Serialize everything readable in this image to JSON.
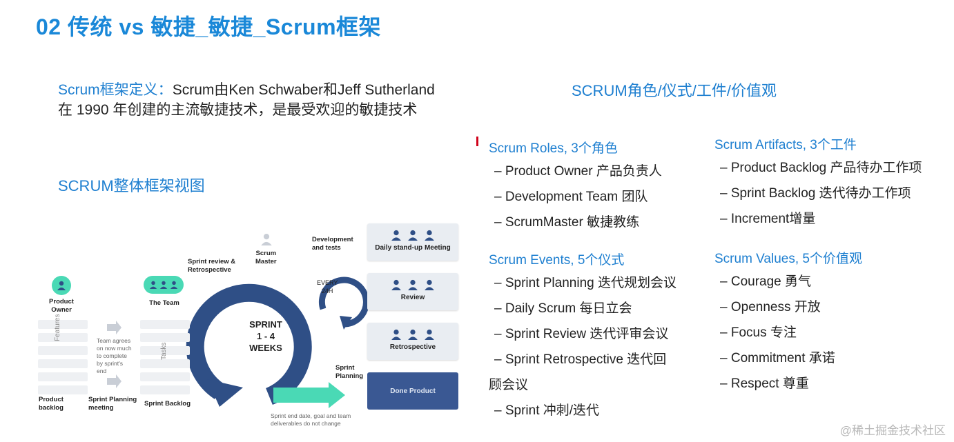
{
  "title": "02 传统 vs 敏捷_敏捷_Scrum框架",
  "definition": {
    "label": "Scrum框架定义：",
    "line1": "Scrum由Ken Schwaber和Jeff Sutherland",
    "line2": "在 1990 年创建的主流敏捷技术，是最受欢迎的敏捷技术"
  },
  "right_heading": "SCRUM角色/仪式/工件/价值观",
  "view_heading": "SCRUM整体框架视图",
  "roles": {
    "title": "Scrum Roles, 3个角色",
    "items": [
      "– Product Owner 产品负责人",
      "– Development Team 团队",
      "– ScrumMaster 敏捷教练"
    ]
  },
  "artifacts": {
    "title": "Scrum Artifacts, 3个工件",
    "items": [
      "– Product Backlog 产品待办工作项",
      "– Sprint Backlog 迭代待办工作项",
      "– Increment增量"
    ]
  },
  "events": {
    "title": "Scrum Events, 5个仪式",
    "items": [
      "– Sprint Planning 迭代规划会议",
      "– Daily Scrum 每日立会",
      "– Sprint Review 迭代评审会议",
      "– Sprint Retrospective 迭代回",
      "顾会议",
      "– Sprint 冲刺/迭代"
    ]
  },
  "values": {
    "title": "Scrum Values, 5个价值观",
    "items": [
      "– Courage 勇气",
      "– Openness 开放",
      "– Focus 专注",
      "– Commitment 承诺",
      "– Respect 尊重"
    ]
  },
  "diagram": {
    "product_owner": "Product\nOwner",
    "the_team": "The Team",
    "features": "Features",
    "tasks": "Tasks",
    "team_agrees": "Team agrees\non now much\nto complete\nby sprint's\nend",
    "product_backlog": "Product\nbacklog",
    "sprint_planning_meeting": "Sprint Planning\nmeeting",
    "sprint_backlog": "Sprint Backlog",
    "sprint_review_retro": "Sprint review &\nRetrospective",
    "scrum_master": "Scrum\nMaster",
    "dev_tests": "Development\nand tests",
    "every_24h": "EVERY\n24H",
    "sprint_center": "SPRINT\n1 - 4\nWEEKS",
    "sprint_planning": "Sprint\nPlanning",
    "daily_standup": "Daily stand-up Meeting",
    "review": "Review",
    "retrospective": "Retrospective",
    "done_product": "Done Product",
    "footnote": "Sprint end date, goal and team\ndeliverables do not change"
  },
  "colors": {
    "accent": "#1e7fd0",
    "navy": "#2f4f86",
    "teal": "#4ad9b5",
    "done": "#3a5893"
  },
  "watermark": "@稀土掘金技术社区"
}
